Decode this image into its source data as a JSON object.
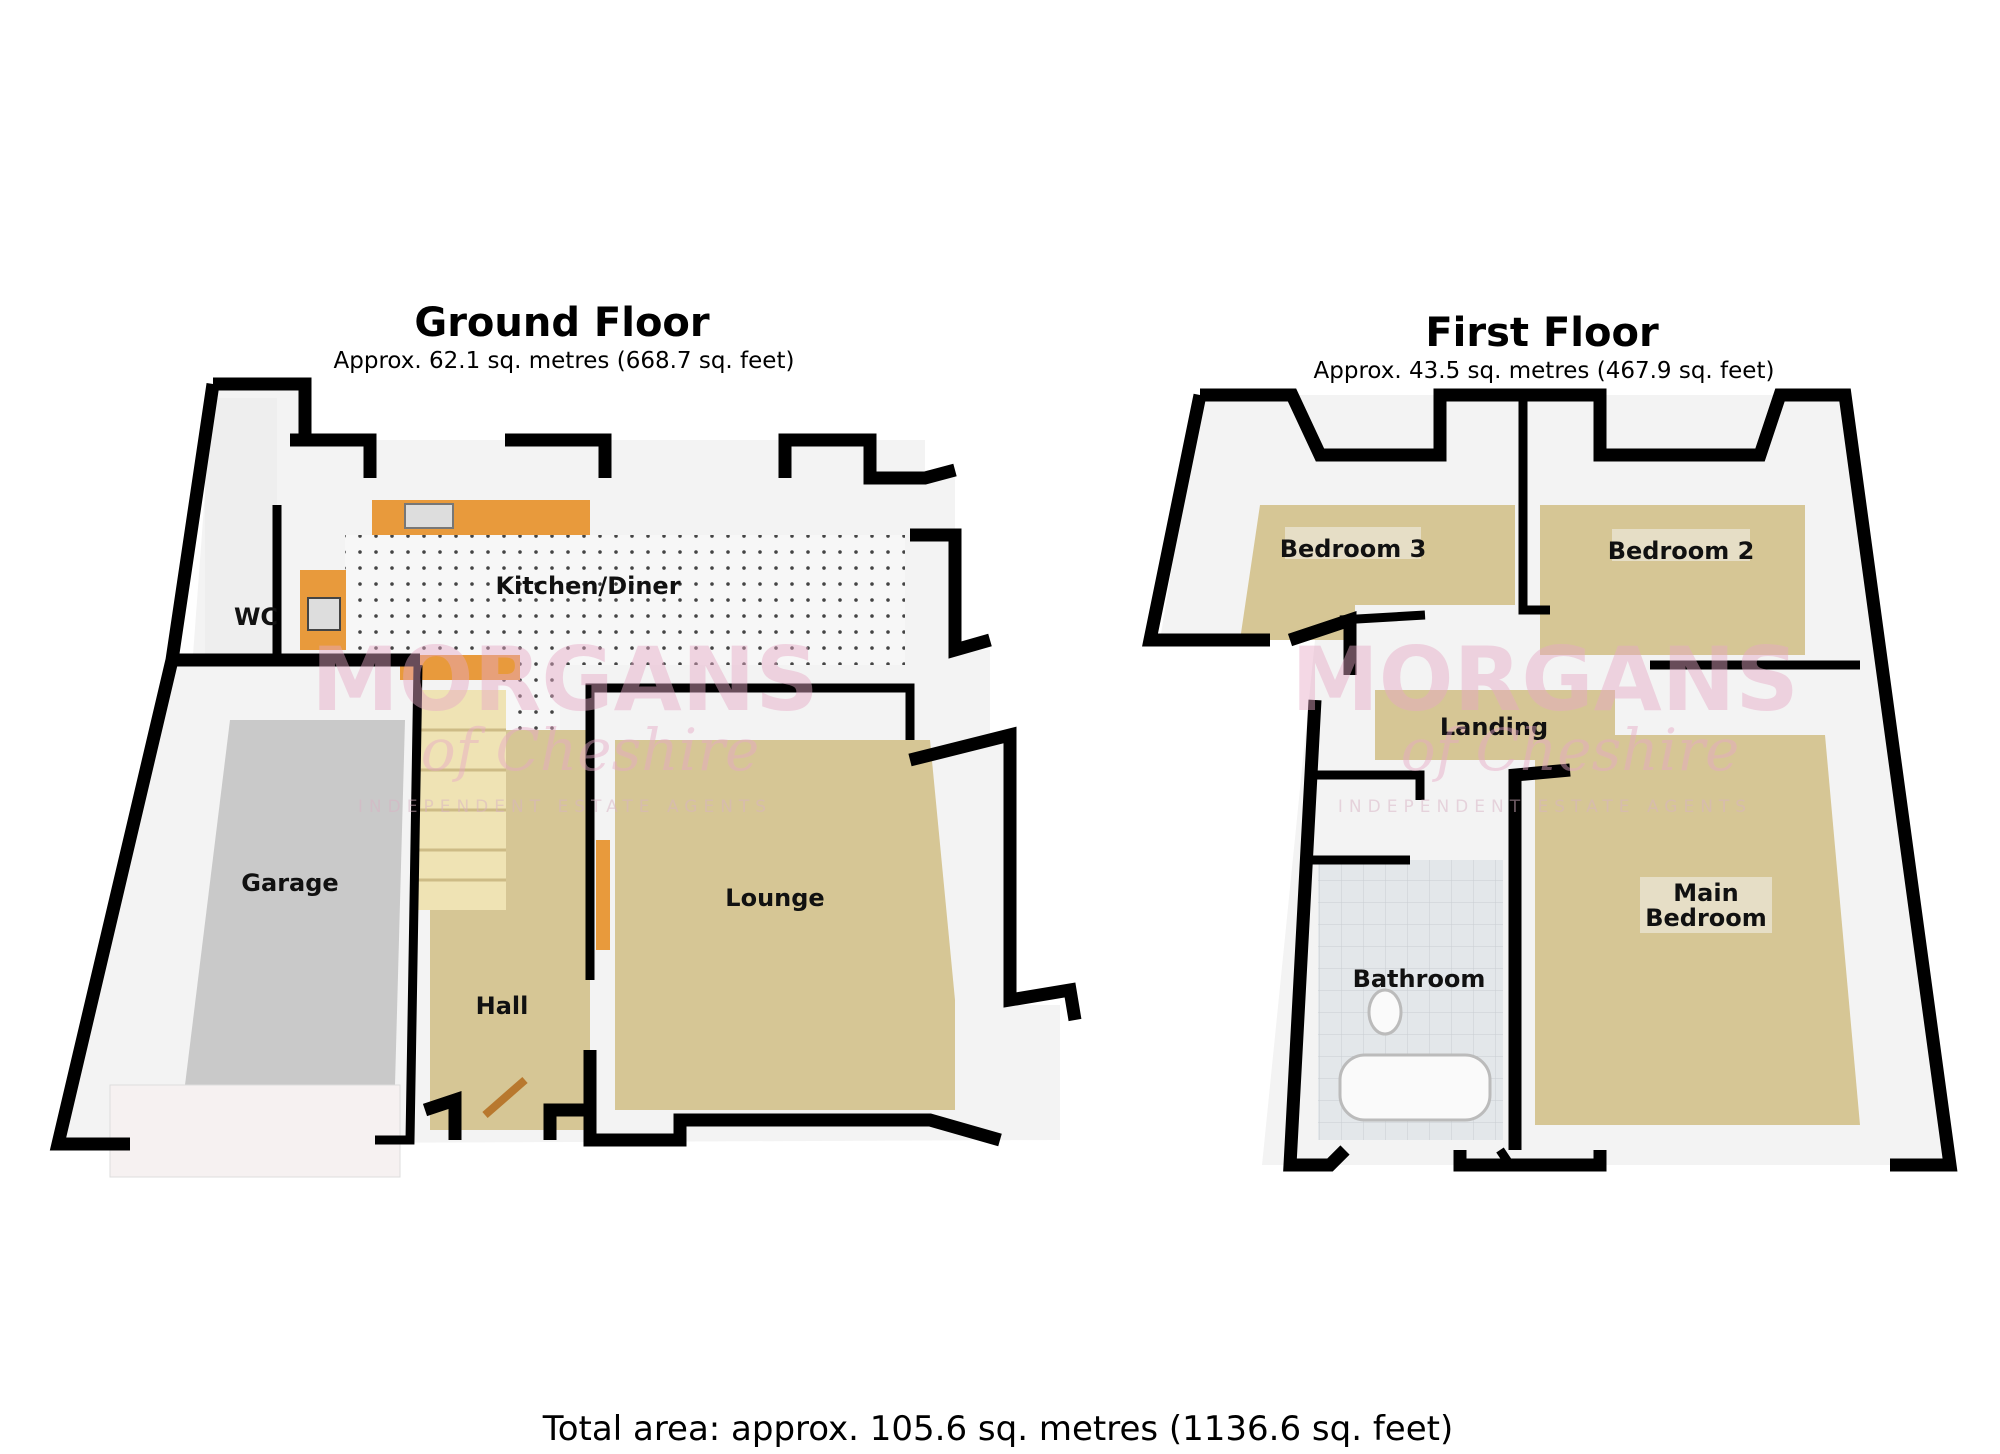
{
  "ground_floor": {
    "title": "Ground Floor",
    "area": "Approx. 62.1 sq. metres (668.7 sq. feet)",
    "rooms": [
      "Kitchen/Diner",
      "WC",
      "Garage",
      "Hall",
      "Lounge"
    ]
  },
  "first_floor": {
    "title": "First Floor",
    "area": "Approx. 43.5 sq. metres (467.9 sq. feet)",
    "rooms": [
      "Bedroom 3",
      "Bedroom 2",
      "Landing",
      "Main",
      "Bedroom",
      "Bathroom"
    ]
  },
  "total_area": "Total area: approx. 105.6 sq. metres (1136.6 sq. feet)",
  "watermark": {
    "name": "MORGANS",
    "script": "of Cheshire",
    "tagline": "INDEPENDENT ESTATE AGENTS"
  },
  "colors": {
    "carpet": "#d6c695",
    "garage": "#c9c9c9",
    "wall": "#000000",
    "worktop": "#e89a3c",
    "watermark": "#e7a9c6"
  }
}
